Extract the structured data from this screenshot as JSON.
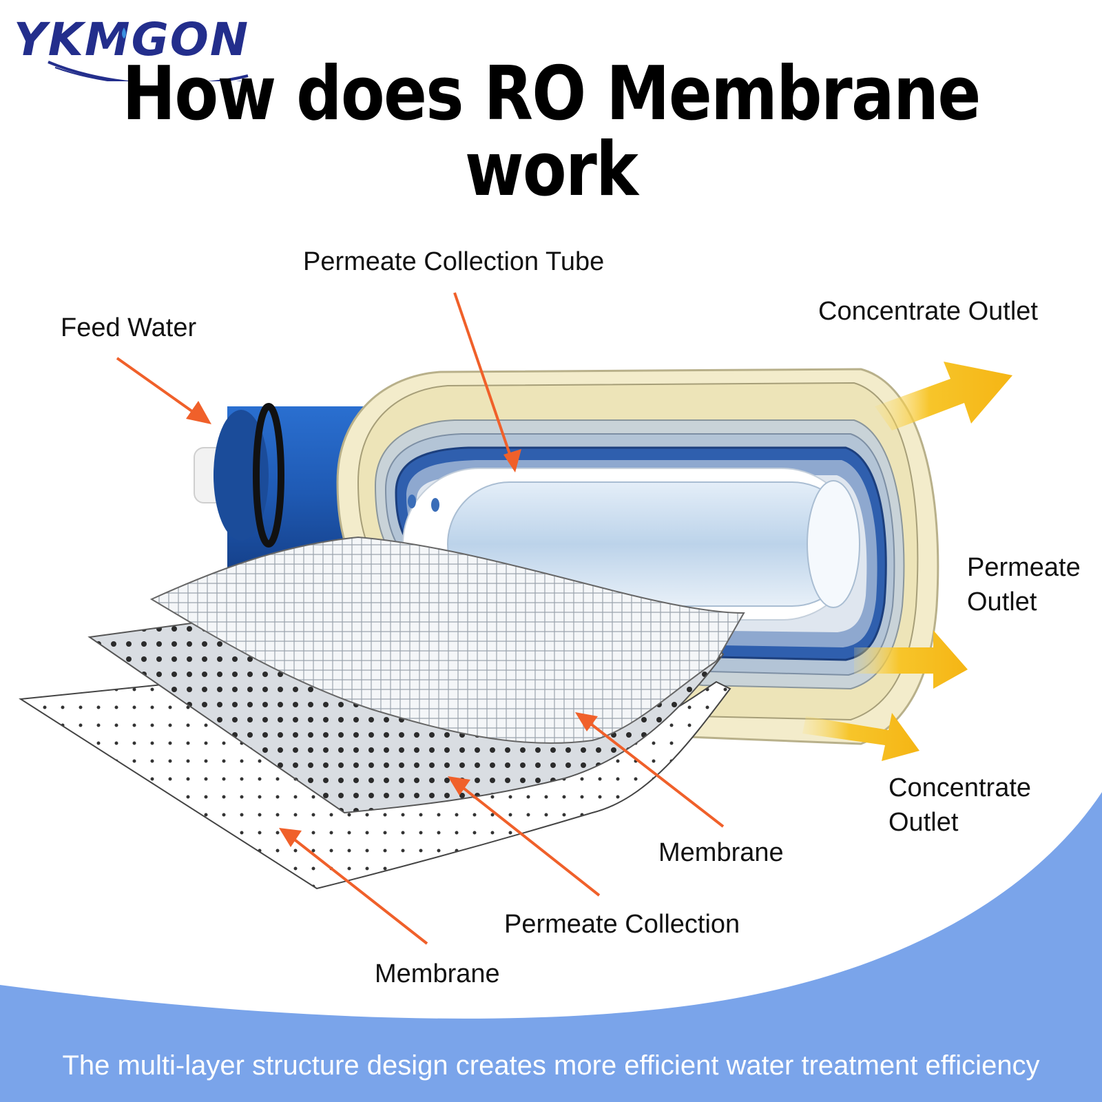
{
  "brand": {
    "name": "YKMGON",
    "accent": "#232e8c"
  },
  "title": "How does RO Membrane work",
  "labels": {
    "permeate_collection_tube": "Permeate Collection Tube",
    "feed_water": "Feed Water",
    "concentrate_outlet_top": "Concentrate Outlet",
    "permeate_outlet": [
      "Permeate",
      "Outlet"
    ],
    "concentrate_outlet_bottom": [
      "Concentrate",
      "Outlet"
    ],
    "membrane_right": "Membrane",
    "permeate_collection": "Permeate Collection",
    "membrane_left": "Membrane"
  },
  "footer": "The multi-layer structure design creates more efficient water treatment efficiency",
  "colors": {
    "pointer_arrow": "#f0602a",
    "outlet_arrow": "#f7bd1a",
    "footer_band": "#7aa4ea",
    "membrane_blue": "#2f5fae"
  }
}
